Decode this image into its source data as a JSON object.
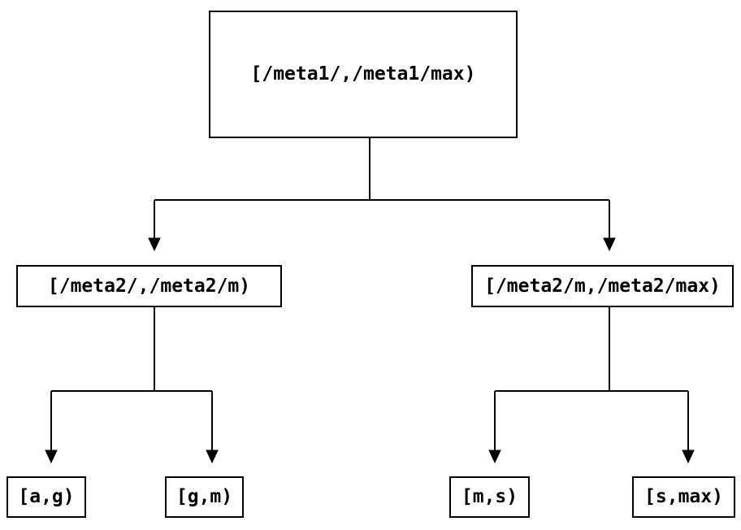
{
  "diagram": {
    "type": "tree",
    "nodes": {
      "root": {
        "label": "[/meta1/,/meta1/max)"
      },
      "left": {
        "label": "[/meta2/,/meta2/m)"
      },
      "right": {
        "label": "[/meta2/m,/meta2/max)"
      },
      "leaf_ag": {
        "label": "[a,g)"
      },
      "leaf_gm": {
        "label": "[g,m)"
      },
      "leaf_ms": {
        "label": "[m,s)"
      },
      "leaf_smax": {
        "label": "[s,max)"
      }
    },
    "edges": [
      {
        "from": "root",
        "to": "left"
      },
      {
        "from": "root",
        "to": "right"
      },
      {
        "from": "left",
        "to": "leaf_ag"
      },
      {
        "from": "left",
        "to": "leaf_gm"
      },
      {
        "from": "right",
        "to": "leaf_ms"
      },
      {
        "from": "right",
        "to": "leaf_smax"
      }
    ],
    "colors": {
      "background": "#ffffff",
      "line": "#000000",
      "text": "#000000",
      "node_border": "#000000"
    }
  }
}
